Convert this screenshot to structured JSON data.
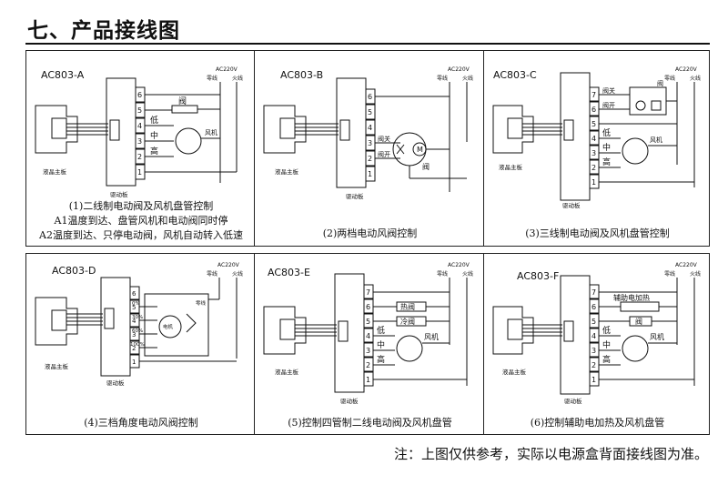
{
  "title": "七、产品接线图",
  "common": {
    "ac": "AC220V",
    "zero": "零线",
    "live": "火线",
    "lcd": "液晶主板",
    "driver": "驱动板"
  },
  "panels": [
    {
      "model": "AC803-A",
      "terms": [
        "6",
        "5",
        "4",
        "3",
        "2",
        "1"
      ],
      "labels": [
        "阀",
        "低",
        "中",
        "高",
        "风机"
      ],
      "caption": [
        "(1)二线制电动阀及风机盘管控制",
        "A1温度到达、盘管风机和电动阀同时停",
        "A2温度到达、只停电动阀，风机自动转入低速"
      ]
    },
    {
      "model": "AC803-B",
      "terms": [
        "6",
        "5",
        "4",
        "3",
        "2",
        "1"
      ],
      "labels": [
        "阀关",
        "阀开",
        "阀"
      ],
      "caption": [
        "(2)两档电动风阀控制"
      ]
    },
    {
      "model": "AC803-C",
      "terms": [
        "7",
        "6",
        "5",
        "4",
        "3",
        "2",
        "1"
      ],
      "labels": [
        "阀关",
        "阀开",
        "阀",
        "低",
        "中",
        "高",
        "风机"
      ],
      "caption": [
        "(3)三线制电动阀及风机盘管控制"
      ]
    },
    {
      "model": "AC803-D",
      "terms": [
        "6",
        "5",
        "4",
        "3",
        "2",
        "1"
      ],
      "labels": [
        "0%",
        "30%",
        "60%",
        "100%",
        "零线",
        "电机"
      ],
      "caption": [
        "(4)三档角度电动风阀控制"
      ]
    },
    {
      "model": "AC803-E",
      "terms": [
        "7",
        "6",
        "5",
        "4",
        "3",
        "2",
        "1"
      ],
      "labels": [
        "热阀",
        "冷阀",
        "低",
        "中",
        "高",
        "风机"
      ],
      "caption": [
        "(5)控制四管制二线电动阀及风机盘管"
      ]
    },
    {
      "model": "AC803-F",
      "terms": [
        "7",
        "6",
        "5",
        "4",
        "3",
        "2",
        "1"
      ],
      "labels": [
        "辅助电加热",
        "阀",
        "低",
        "中",
        "高",
        "风机"
      ],
      "caption": [
        "(6)控制辅助电加热及风机盘管"
      ]
    }
  ],
  "note": "注：上图仅供参考，实际以电源盒背面接线图为准。"
}
